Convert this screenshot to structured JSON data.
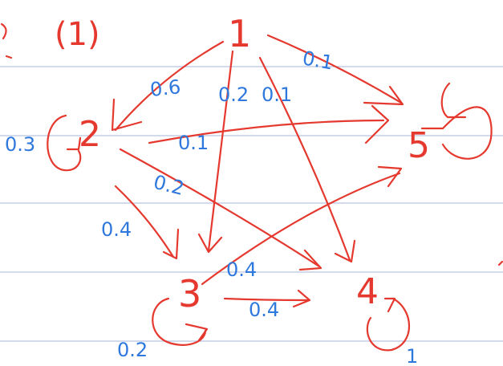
{
  "header": {
    "label": "(1)"
  },
  "colors": {
    "ink_red": "#e5392f",
    "ink_blue": "#2f78dd",
    "rule_line": "#b9c3df"
  },
  "nodes": {
    "n1": "1",
    "n2": "2",
    "n3": "3",
    "n4": "4",
    "n5": "5"
  },
  "edges": {
    "e1_2": "0.6",
    "e1_3": "0.2",
    "e1_4": "0.1",
    "e1_5": "0.1",
    "e2_5": "0.1",
    "e2_4": "0.2",
    "e2_3": "0.4",
    "e3_4": "0.4",
    "e5_3": "0.4"
  },
  "self_loops": {
    "l2": "0.3",
    "l3": "0.2",
    "l4": "1"
  }
}
